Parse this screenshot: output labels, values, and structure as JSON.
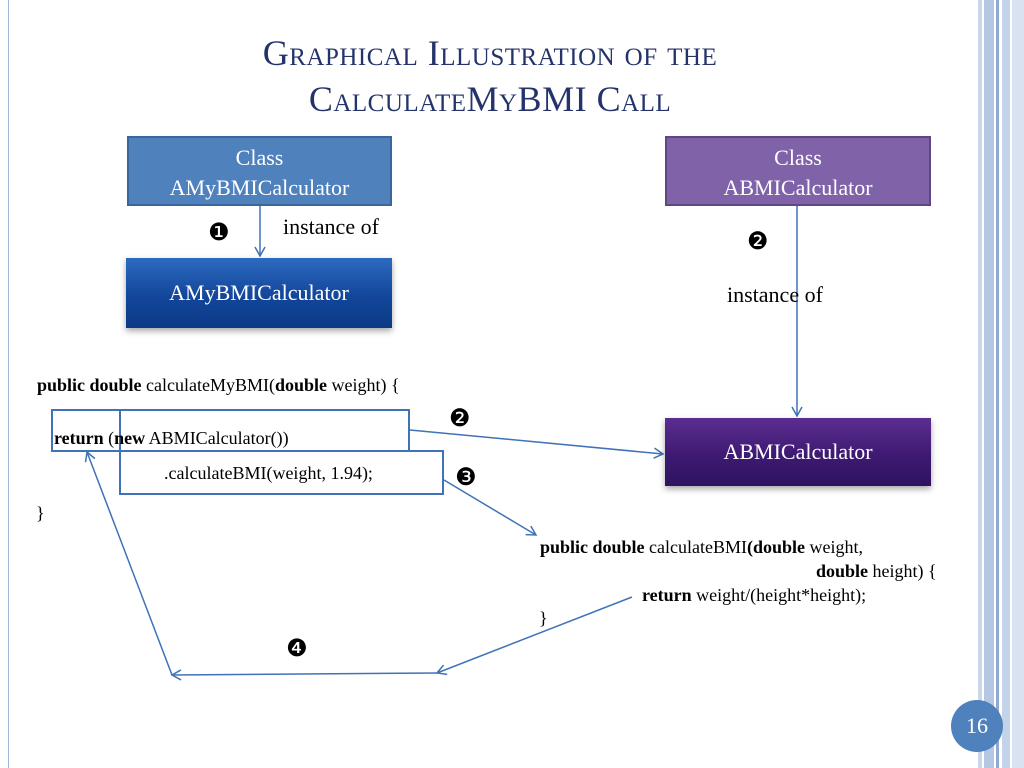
{
  "slide": {
    "title_line1": "Graphical Illustration of the",
    "title_line2": "CalculateMyBMI Call",
    "page_number": "16"
  },
  "boxes": {
    "class_amy_line1": "Class",
    "class_amy_line2": "AMyBMICalculator",
    "class_abmi_line1": "Class",
    "class_abmi_line2": "ABMICalculator",
    "instance_amy": "AMyBMICalculator",
    "instance_abmi": "ABMICalculator"
  },
  "labels": {
    "instance_of_left": "instance of",
    "instance_of_right": "instance of"
  },
  "markers": {
    "m1": "❶",
    "m2_top": "❷",
    "m2_mid": "❷",
    "m3": "❸",
    "m4": "❹"
  },
  "code_left": {
    "sig_kw": "public double",
    "sig_name": " calculateMyBMI(",
    "sig_kw2": "double",
    "sig_rest": " weight) {",
    "return_kw": "return",
    "paren_open": " (",
    "new_kw": "new",
    "new_rest": " ABMICalculator())",
    "call_line": ".calculateBMI(weight, 1.94);",
    "close": "}"
  },
  "code_right": {
    "sig_kw": "public double",
    "sig_name": " calculateBMI",
    "paren_kw": "(double",
    "sig_rest": " weight,",
    "line2_kw": "double",
    "line2_rest": " height) {",
    "return_kw": "return",
    "return_rest": " weight/(height*height);",
    "close": "}"
  },
  "colors": {
    "title": "#24346b",
    "arrow": "#3f72b7",
    "class_blue": "#4f81bd",
    "class_purple": "#7f62a8"
  }
}
